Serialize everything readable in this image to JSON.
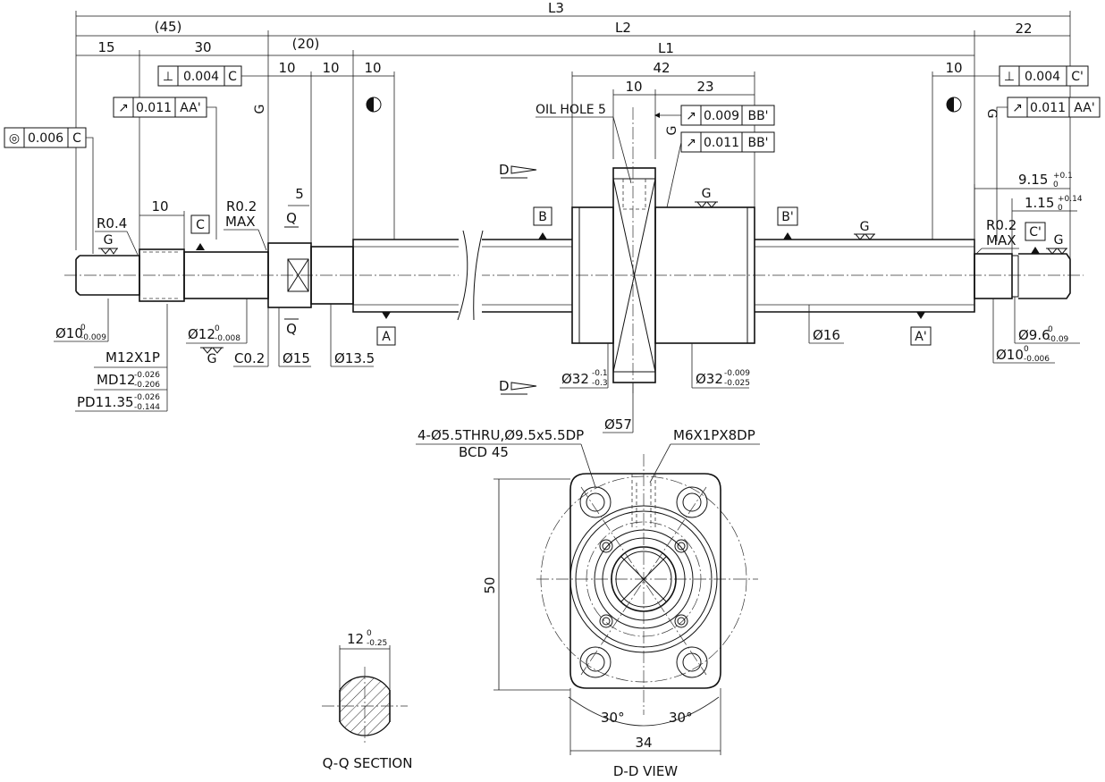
{
  "dims": {
    "L3": "L3",
    "L2": "L2",
    "L1": "L1",
    "d45": "(45)",
    "d20": "(20)",
    "d22": "22",
    "d15": "15",
    "d30": "30",
    "d10a": "10",
    "d10b": "10",
    "d10c": "10",
    "d42": "42",
    "d10d": "10",
    "d23": "23",
    "d10e": "10",
    "d10f": "10",
    "d5": "5",
    "d915": "9.15",
    "d915_tol_up": "+0.1",
    "d915_tol_lo": "0",
    "d115": "1.15",
    "d115_tol_up": "+0.14",
    "d115_tol_lo": "0"
  },
  "tolerances": {
    "t1": {
      "sym": "⊥",
      "val": "0.004",
      "ref": "C"
    },
    "t2": {
      "sym": "↗",
      "val": "0.011",
      "ref": "AA'"
    },
    "t3": {
      "sym": "◎",
      "val": "0.006",
      "ref": "C"
    },
    "t4": {
      "sym": "↗",
      "val": "0.009",
      "ref": "BB'"
    },
    "t5": {
      "sym": "↗",
      "val": "0.011",
      "ref": "BB'"
    },
    "t6": {
      "sym": "⊥",
      "val": "0.004",
      "ref": "C'"
    },
    "t7": {
      "sym": "↗",
      "val": "0.011",
      "ref": "AA'"
    }
  },
  "labels": {
    "oil_hole": "OIL HOLE 5",
    "r04": "R0.4",
    "r02_left": "R0.2",
    "max_left": "MAX",
    "r02_right": "R0.2",
    "max_right": "MAX",
    "g": "G",
    "q": "Q",
    "d": "D",
    "datum_a": "A",
    "datum_a2": "A'",
    "datum_b": "B",
    "datum_b2": "B'",
    "datum_c": "C",
    "datum_c2": "C'",
    "dia10": "Ø10",
    "dia10_up": "0",
    "dia10_lo": "-0.009",
    "m12": "M12X1P",
    "md12": "MD12",
    "md12_up": "-0.026",
    "md12_lo": "-0.206",
    "pd": "PD11.35",
    "pd_up": "-0.026",
    "pd_lo": "-0.144",
    "dia12": "Ø12",
    "dia12_up": "0",
    "dia12_lo": "-0.008",
    "c02": "C0.2",
    "dia15": "Ø15",
    "dia135": "Ø13.5",
    "dia32a": "Ø32",
    "dia32a_up": "-0.1",
    "dia32a_lo": "-0.3",
    "dia57": "Ø57",
    "dia32b": "Ø32",
    "dia32b_up": "-0.009",
    "dia32b_lo": "-0.025",
    "dia16": "Ø16",
    "dia96": "Ø9.6",
    "dia96_up": "0",
    "dia96_lo": "-0.09",
    "dia10r": "Ø10",
    "dia10r_up": "0",
    "dia10r_lo": "-0.006",
    "holes": "4-Ø5.5THRU,Ø9.5x5.5DP",
    "bcd": "BCD 45",
    "m6": "M6X1PX8DP",
    "d50": "50",
    "d34": "34",
    "ang1": "30°",
    "ang2": "30°",
    "sec_dim": "12",
    "sec_up": "0",
    "sec_lo": "-0.25",
    "qq": "Q-Q SECTION",
    "dd": "D-D VIEW"
  }
}
